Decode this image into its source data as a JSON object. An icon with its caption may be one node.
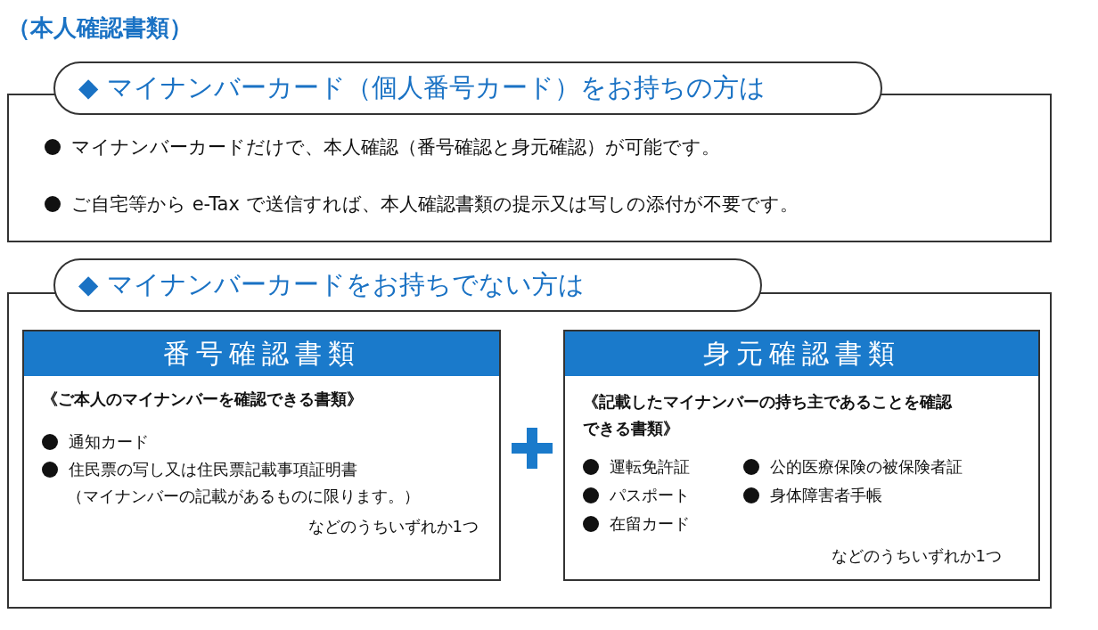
{
  "diagram": {
    "title": "（本人確認書類）",
    "nodes": [
      {
        "text": [
          "◆ マイナンバーカード（個人番号カード）をお持ちの方は"
        ]
      },
      {
        "text": [
          "マイナンバーカードだけで、本人確認（番号確認と身元確認）が可能です。",
          "ご自宅等から e-Tax で送信すれば、本人確認書類の提示又は写しの添付が不要です。"
        ]
      },
      {
        "text": [
          "◆ マイナンバーカードをお持ちでない方は"
        ]
      },
      {
        "text": [],
        "shape": "box"
      },
      {
        "text": [
          "番号確認書類",
          "《ご本人のマイナンバーを確認できる書類》",
          "通知カード",
          "住民票の写し又は住民票記載事項証明書",
          "（マイナンバーの記載があるものに限ります。）",
          "などのうちいずれか1つ"
        ],
        "in": 3
      },
      {
        "text": [
          "身元確認書類",
          "《記載したマイナンバーの持ち主であることを確認できる書類》",
          "運転免許証",
          "公的医療保険の被保険者証",
          "パスポート",
          "身体障害者手帳",
          "在留カード",
          "などのうちいずれか1つ"
        ],
        "in": 3
      }
    ]
  }
}
